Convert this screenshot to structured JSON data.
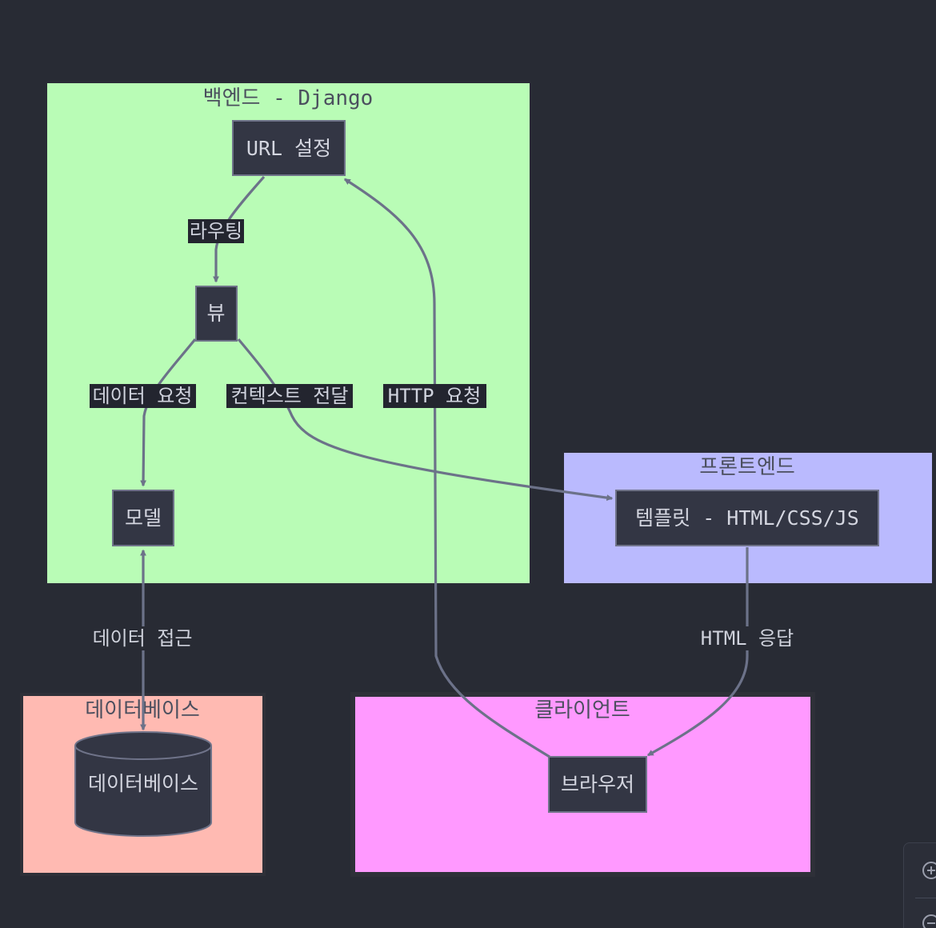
{
  "clusters": {
    "backend": {
      "title": "백엔드 - Django",
      "color": "#b9fcb6"
    },
    "frontend": {
      "title": "프론트엔드",
      "color": "#babafe"
    },
    "database": {
      "title": "데이터베이스",
      "color": "#ffbab2"
    },
    "client": {
      "title": "클라이언트",
      "color": "#ff99ff"
    }
  },
  "nodes": {
    "url": "URL 설정",
    "view": "뷰",
    "model": "모델",
    "template": "템플릿 - HTML/CSS/JS",
    "database": "데이터베이스",
    "browser": "브라우저"
  },
  "edges": {
    "routing": "라우팅",
    "data_request": "데이터 요청",
    "context_pass": "컨텍스트 전달",
    "http_request": "HTTP 요청",
    "data_access": "데이터 접근",
    "html_response": "HTML 응답"
  },
  "colors": {
    "background": "#282b34",
    "node_fill": "#333644",
    "node_stroke": "#6f7389",
    "edge": "#6c7289",
    "node_text": "#d4d6e0",
    "cluster_title": "#4b4f5e"
  },
  "zoom_controls": {
    "zoom_in_icon": "zoom-in-icon",
    "zoom_out_icon": "zoom-out-icon"
  }
}
